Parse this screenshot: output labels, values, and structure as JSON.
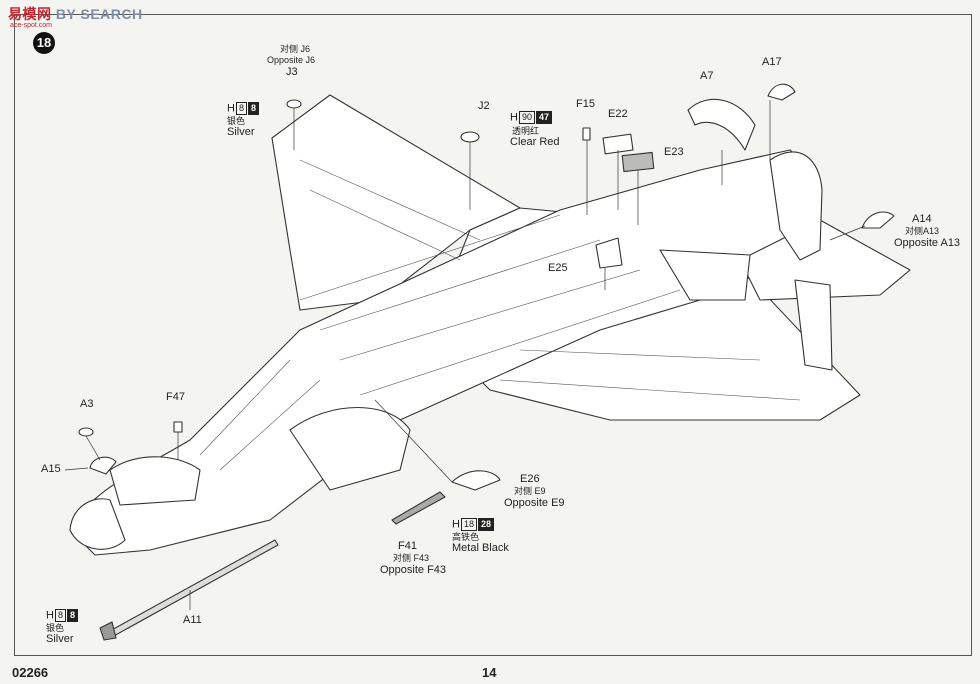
{
  "watermark": {
    "brand_a": "易",
    "brand_b": "模网",
    "brand_c": "BY SEARCH",
    "sub": "ace-spot.com"
  },
  "step_number": "18",
  "page": {
    "code": "02266",
    "number": "14"
  },
  "paint": {
    "silver_cn": "银色",
    "silver_en": "Silver",
    "silver_code1": "8",
    "silver_code2": "8",
    "red_cn": "透明红",
    "red_en": "Clear Red",
    "red_code1": "90",
    "red_code2": "47",
    "black_cn": "高铁色",
    "black_en": "Metal  Black",
    "black_code1": "18",
    "black_code2": "28",
    "h": "H"
  },
  "parts": {
    "j6_cn": "对侧 J6",
    "j6_en": "Opposite J6",
    "j3": "J3",
    "j2": "J2",
    "f15": "F15",
    "e22": "E22",
    "e23": "E23",
    "a7": "A7",
    "a17": "A17",
    "a14": "A14",
    "a13_cn": "对侧A13",
    "a13_en": "Opposite A13",
    "e25": "E25",
    "a3": "A3",
    "f47": "F47",
    "a15": "A15",
    "e26": "E26",
    "e9_cn": "对侧 E9",
    "e9_en": "Opposite E9",
    "f41": "F41",
    "f43_cn": "对侧 F43",
    "f43_en": "Opposite F43",
    "a11": "A11"
  }
}
